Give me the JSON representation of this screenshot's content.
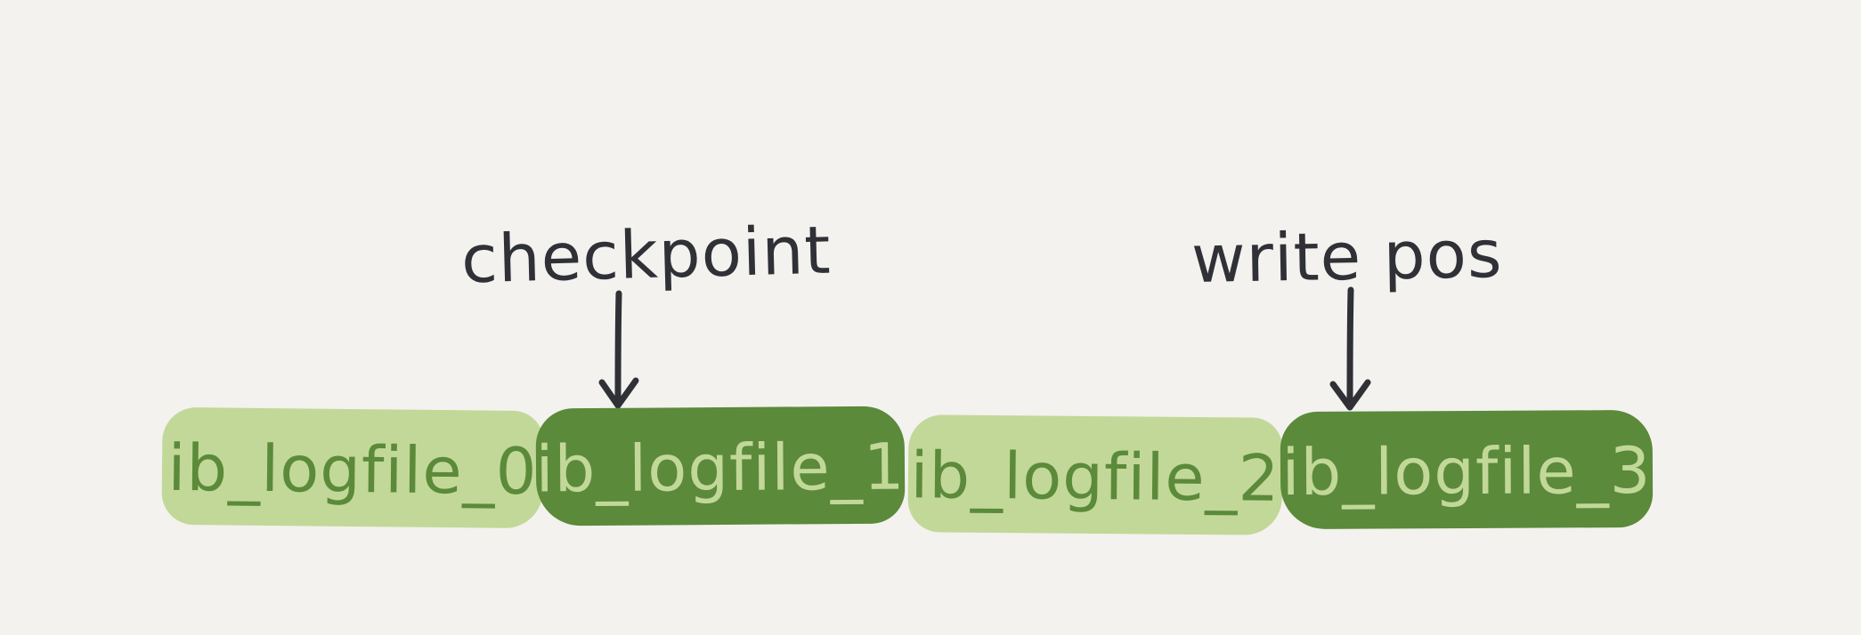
{
  "diagram": {
    "labels": {
      "checkpoint": "checkpoint",
      "write_pos": "write pos"
    },
    "files": [
      {
        "name": "ib_logfile_0",
        "style": "light"
      },
      {
        "name": "ib_logfile_1",
        "style": "dark"
      },
      {
        "name": "ib_logfile_2",
        "style": "light"
      },
      {
        "name": "ib_logfile_3",
        "style": "dark"
      }
    ]
  },
  "colors": {
    "background": "#f3f2ee",
    "light_green": "#c2d898",
    "dark_green": "#5b8a3a",
    "ink": "#2f3137"
  }
}
